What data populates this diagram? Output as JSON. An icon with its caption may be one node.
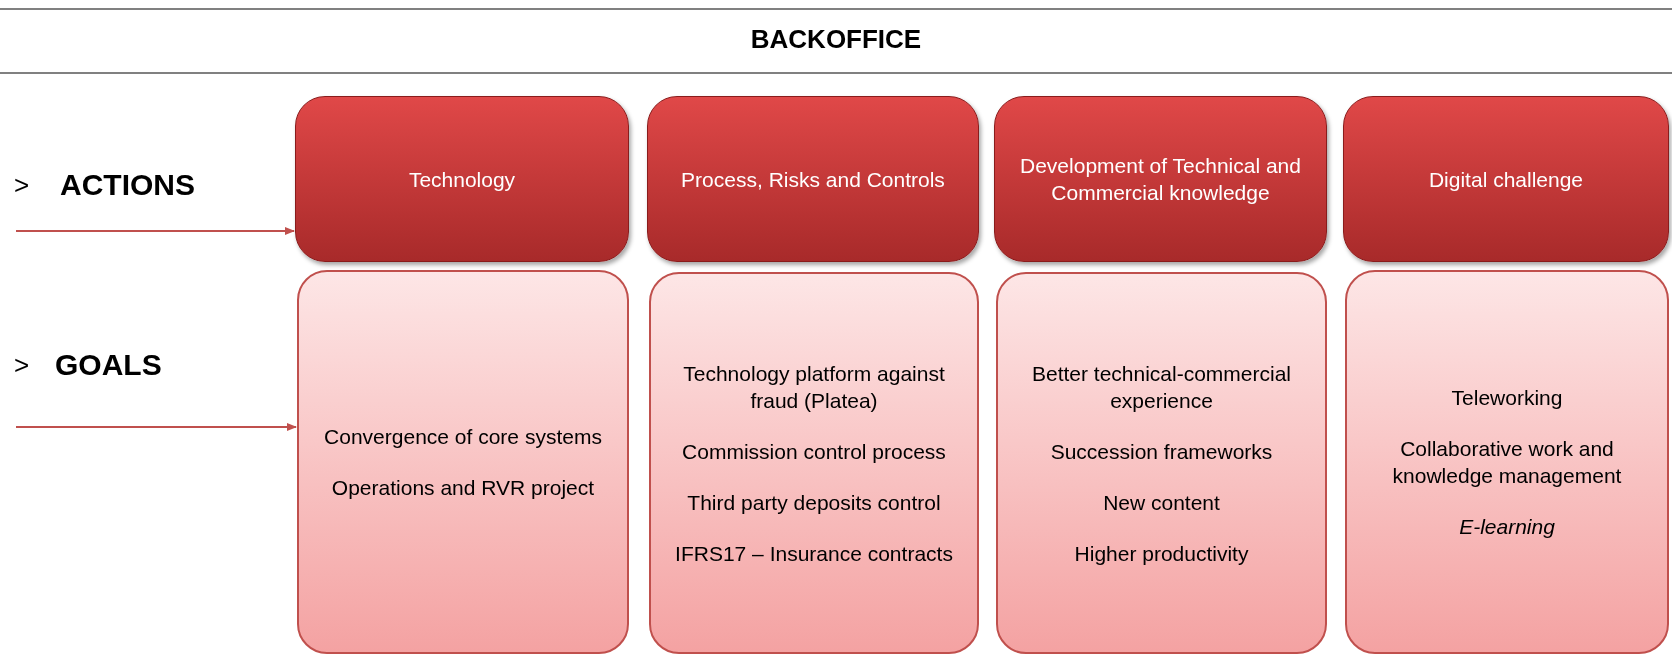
{
  "diagram": {
    "title": "BACKOFFICE",
    "nodes": [
      {
        "text": [
          "Technology"
        ]
      },
      {
        "text": [
          "Process, Risks and Controls"
        ]
      },
      {
        "text": [
          "Development of Technical and Commercial knowledge"
        ]
      },
      {
        "text": [
          "Digital challenge"
        ]
      },
      {
        "text": [
          "Convergence of core systems",
          "Operations and RVR project"
        ]
      },
      {
        "text": [
          "Technology platform against fraud (Platea)",
          "Commission control process",
          "Third party deposits control",
          "IFRS17 – Insurance contracts"
        ]
      },
      {
        "text": [
          "Better technical-commercial experience",
          "Succession frameworks",
          "New content",
          "Higher productivity"
        ]
      },
      {
        "text": [
          "Teleworking",
          "Collaborative work and knowledge management",
          "E-learning"
        ]
      }
    ],
    "edges": [
      {
        "from": null,
        "to": 0,
        "arrow": "to"
      },
      {
        "from": null,
        "to": 4,
        "arrow": "to"
      }
    ],
    "labels": [
      ">",
      "ACTIONS",
      ">",
      "GOALS"
    ]
  }
}
